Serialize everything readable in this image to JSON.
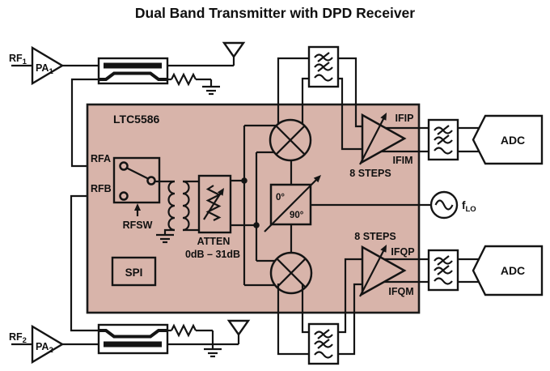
{
  "title": "Dual Band Transmitter with DPD Receiver",
  "colors": {
    "chip_fill": "#d8b4aa",
    "line": "#141414",
    "background": "#ffffff"
  },
  "chip": {
    "part_number": "LTC5586",
    "pin_rfa": "RFA",
    "pin_rfb": "RFB",
    "rfsw": "RFSW",
    "atten": "ATTEN",
    "atten_range": "0dB – 31dB",
    "spi": "SPI",
    "phase_0": "0°",
    "phase_90": "90°",
    "steps_i": "8 STEPS",
    "steps_q": "8 STEPS",
    "pin_ifip": "IFIP",
    "pin_ifim": "IFIM",
    "pin_ifqp": "IFQP",
    "pin_ifqm": "IFQM"
  },
  "external": {
    "rf1": {
      "name": "RF",
      "sub": "1"
    },
    "pa1": {
      "name": "PA",
      "sub": "1"
    },
    "rf2": {
      "name": "RF",
      "sub": "2"
    },
    "pa2": {
      "name": "PA",
      "sub": "2"
    },
    "lo": {
      "name": "f",
      "sub": "LO"
    },
    "adc_i": "ADC",
    "adc_q": "ADC"
  }
}
